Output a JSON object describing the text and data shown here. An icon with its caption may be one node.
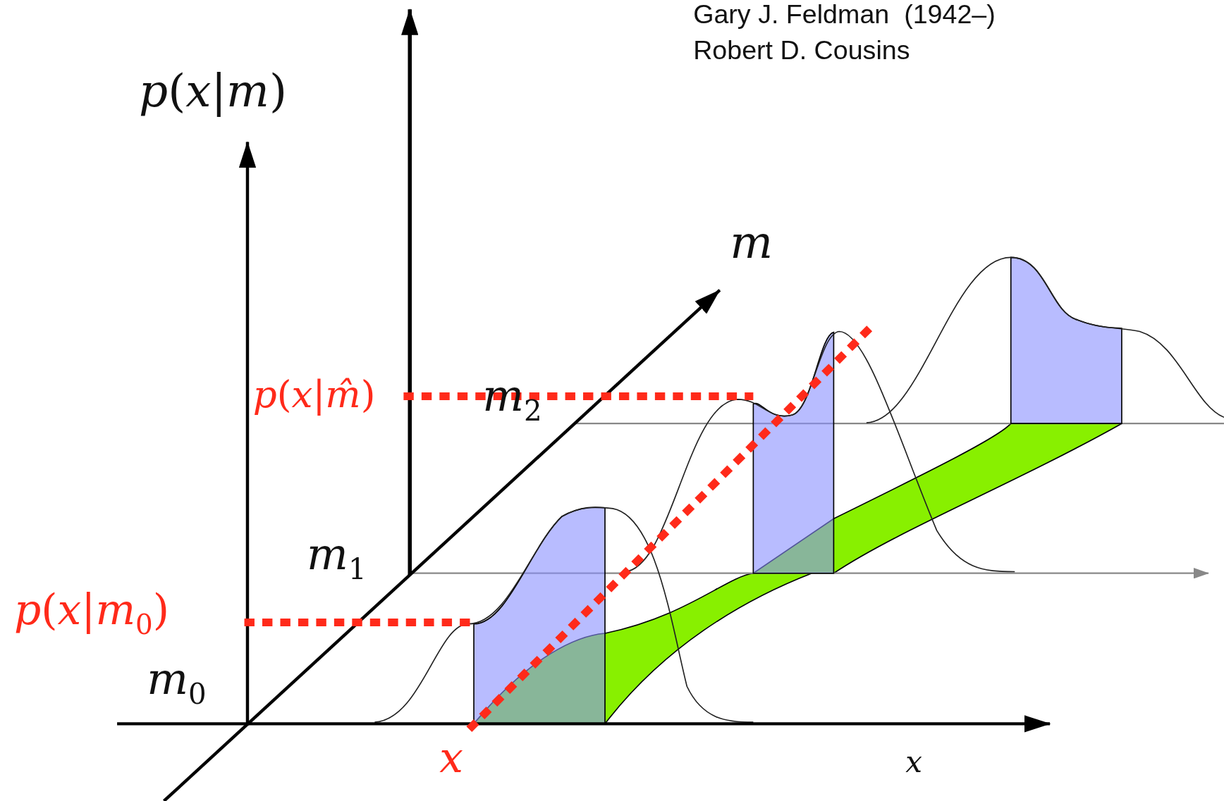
{
  "diagram": {
    "labels": [
      "Gary J. Feldman  (1942–)",
      "Robert D. Cousins",
      "*p*(*x*|*m*)",
      "*m*",
      "*p*(*x*|*m̂*)",
      "*m*$_{2}$",
      "*m*$_{1}$",
      "*p*(*x*|*m*$_{0}$)",
      "*m*$_{0}$",
      "*x*",
      "*x*"
    ]
  }
}
